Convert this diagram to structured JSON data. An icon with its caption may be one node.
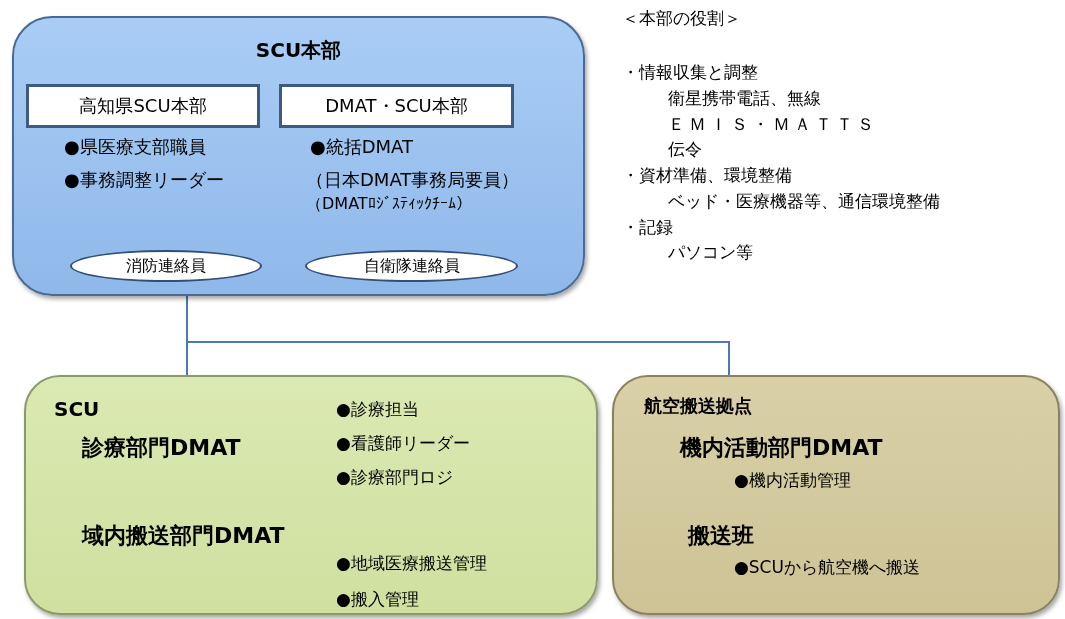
{
  "diagram": {
    "nodes": [
      {
        "text": [
          "SCU本部",
          "●県医療支部職員",
          "●事務調整リーダー",
          "●統括DMAT",
          "（日本DMAT事務局要員）",
          "（DMATﾛｼﾞｽﾃｨｯｸﾁｰﾑ）"
        ]
      },
      {
        "text": [
          "高知県SCU本部"
        ],
        "in": 0
      },
      {
        "text": [
          "DMAT・SCU本部"
        ],
        "in": 0
      },
      {
        "text": [
          "消防連絡員"
        ],
        "in": 0
      },
      {
        "text": [
          "自衛隊連絡員"
        ],
        "in": 0
      },
      {
        "text": [
          "SCU",
          "診療部門DMAT",
          "●診療担当",
          "●看護師リーダー",
          "●診療部門ロジ",
          "域内搬送部門DMAT",
          "●地域医療搬送管理",
          "●搬入管理"
        ]
      },
      {
        "text": [
          "航空搬送拠点",
          "機内活動部門DMAT",
          "●機内活動管理",
          "搬送班",
          "●SCUから航空機へ搬送"
        ]
      }
    ],
    "edges": [
      {
        "from": 0,
        "to": 5,
        "arrow": "none"
      },
      {
        "from": 0,
        "to": 6,
        "arrow": "none"
      }
    ],
    "labels": [
      "＜本部の役割＞",
      "・情報収集と調整",
      "衛星携帯電話、無線",
      "ＥＭＩＳ・ＭＡＴＴＳ",
      "伝令",
      "・資材準備、環境整備",
      "ベッド・医療機器等、通信環境整備",
      "・記録",
      "パソコン等"
    ]
  }
}
